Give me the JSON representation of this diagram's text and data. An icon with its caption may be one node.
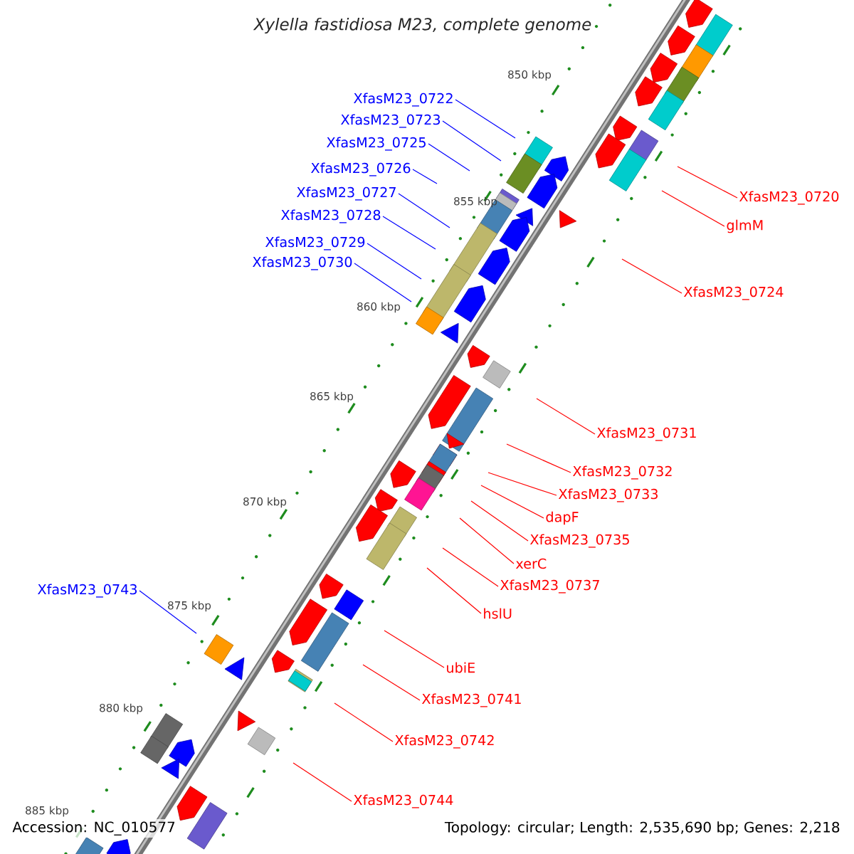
{
  "diagram": {
    "title": "Xylella fastidiosa M23, complete genome",
    "nodes": [
      {
        "text": [
          "XfasM23_0722"
        ]
      },
      {
        "text": [
          "XfasM23_0723"
        ]
      },
      {
        "text": [
          "XfasM23_0725"
        ]
      },
      {
        "text": [
          "XfasM23_0726"
        ]
      },
      {
        "text": [
          "XfasM23_0727"
        ]
      },
      {
        "text": [
          "XfasM23_0720"
        ]
      },
      {
        "text": [
          "XfasM23_0728"
        ]
      },
      {
        "text": [
          "glmM"
        ]
      },
      {
        "text": [
          "XfasM23_0729"
        ]
      },
      {
        "text": [
          "XfasM23_0730"
        ]
      },
      {
        "text": [
          "XfasM23_0724"
        ]
      },
      {
        "text": [
          "XfasM23_0731"
        ]
      },
      {
        "text": [
          "XfasM23_0732"
        ]
      },
      {
        "text": [
          "XfasM23_0733"
        ]
      },
      {
        "text": [
          "dapF"
        ]
      },
      {
        "text": [
          "XfasM23_0735"
        ]
      },
      {
        "text": [
          "xerC"
        ]
      },
      {
        "text": [
          "XfasM23_0737"
        ]
      },
      {
        "text": [
          "XfasM23_0743"
        ]
      },
      {
        "text": [
          "hslU"
        ]
      },
      {
        "text": [
          "ubiE"
        ]
      },
      {
        "text": [
          "XfasM23_0741"
        ]
      },
      {
        "text": [
          "XfasM23_0742"
        ]
      },
      {
        "text": [
          "XfasM23_0744"
        ]
      }
    ],
    "edges": [
      {
        "from": 0,
        "to": null,
        "arrow": "none",
        "color": "#0000ff"
      },
      {
        "from": 1,
        "to": null,
        "arrow": "none",
        "color": "#0000ff"
      },
      {
        "from": 2,
        "to": null,
        "arrow": "none",
        "color": "#0000ff"
      },
      {
        "from": 3,
        "to": null,
        "arrow": "none",
        "color": "#0000ff"
      },
      {
        "from": 4,
        "to": null,
        "arrow": "none",
        "color": "#0000ff"
      },
      {
        "from": 5,
        "to": null,
        "arrow": "none"
      },
      {
        "from": 6,
        "to": null,
        "arrow": "none",
        "color": "#0000ff"
      },
      {
        "from": 7,
        "to": null,
        "arrow": "none"
      },
      {
        "from": 8,
        "to": null,
        "arrow": "none",
        "color": "#0000ff"
      },
      {
        "from": 9,
        "to": null,
        "arrow": "none",
        "color": "#0000ff"
      },
      {
        "from": 10,
        "to": null,
        "arrow": "none"
      },
      {
        "from": 11,
        "to": null,
        "arrow": "none"
      },
      {
        "from": 12,
        "to": null,
        "arrow": "none"
      },
      {
        "from": 13,
        "to": null,
        "arrow": "none"
      },
      {
        "from": 14,
        "to": null,
        "arrow": "none"
      },
      {
        "from": 15,
        "to": null,
        "arrow": "none"
      },
      {
        "from": 16,
        "to": null,
        "arrow": "none"
      },
      {
        "from": 17,
        "to": null,
        "arrow": "none"
      },
      {
        "from": 18,
        "to": null,
        "arrow": "none",
        "color": "#0000ff"
      },
      {
        "from": 19,
        "to": null,
        "arrow": "none"
      },
      {
        "from": 20,
        "to": null,
        "arrow": "none"
      },
      {
        "from": 21,
        "to": null,
        "arrow": "none"
      },
      {
        "from": 22,
        "to": null,
        "arrow": "none"
      },
      {
        "from": 23,
        "to": null,
        "arrow": "none"
      }
    ],
    "labels": [
      "850 kbp",
      "855 kbp",
      "860 kbp",
      "865 kbp",
      "870 kbp",
      "875 kbp",
      "880 kbp",
      "885 kbp",
      "Accession: NC_010577",
      "Topology: circular; Length: 2,535,690 bp; Genes: 2,218"
    ]
  }
}
